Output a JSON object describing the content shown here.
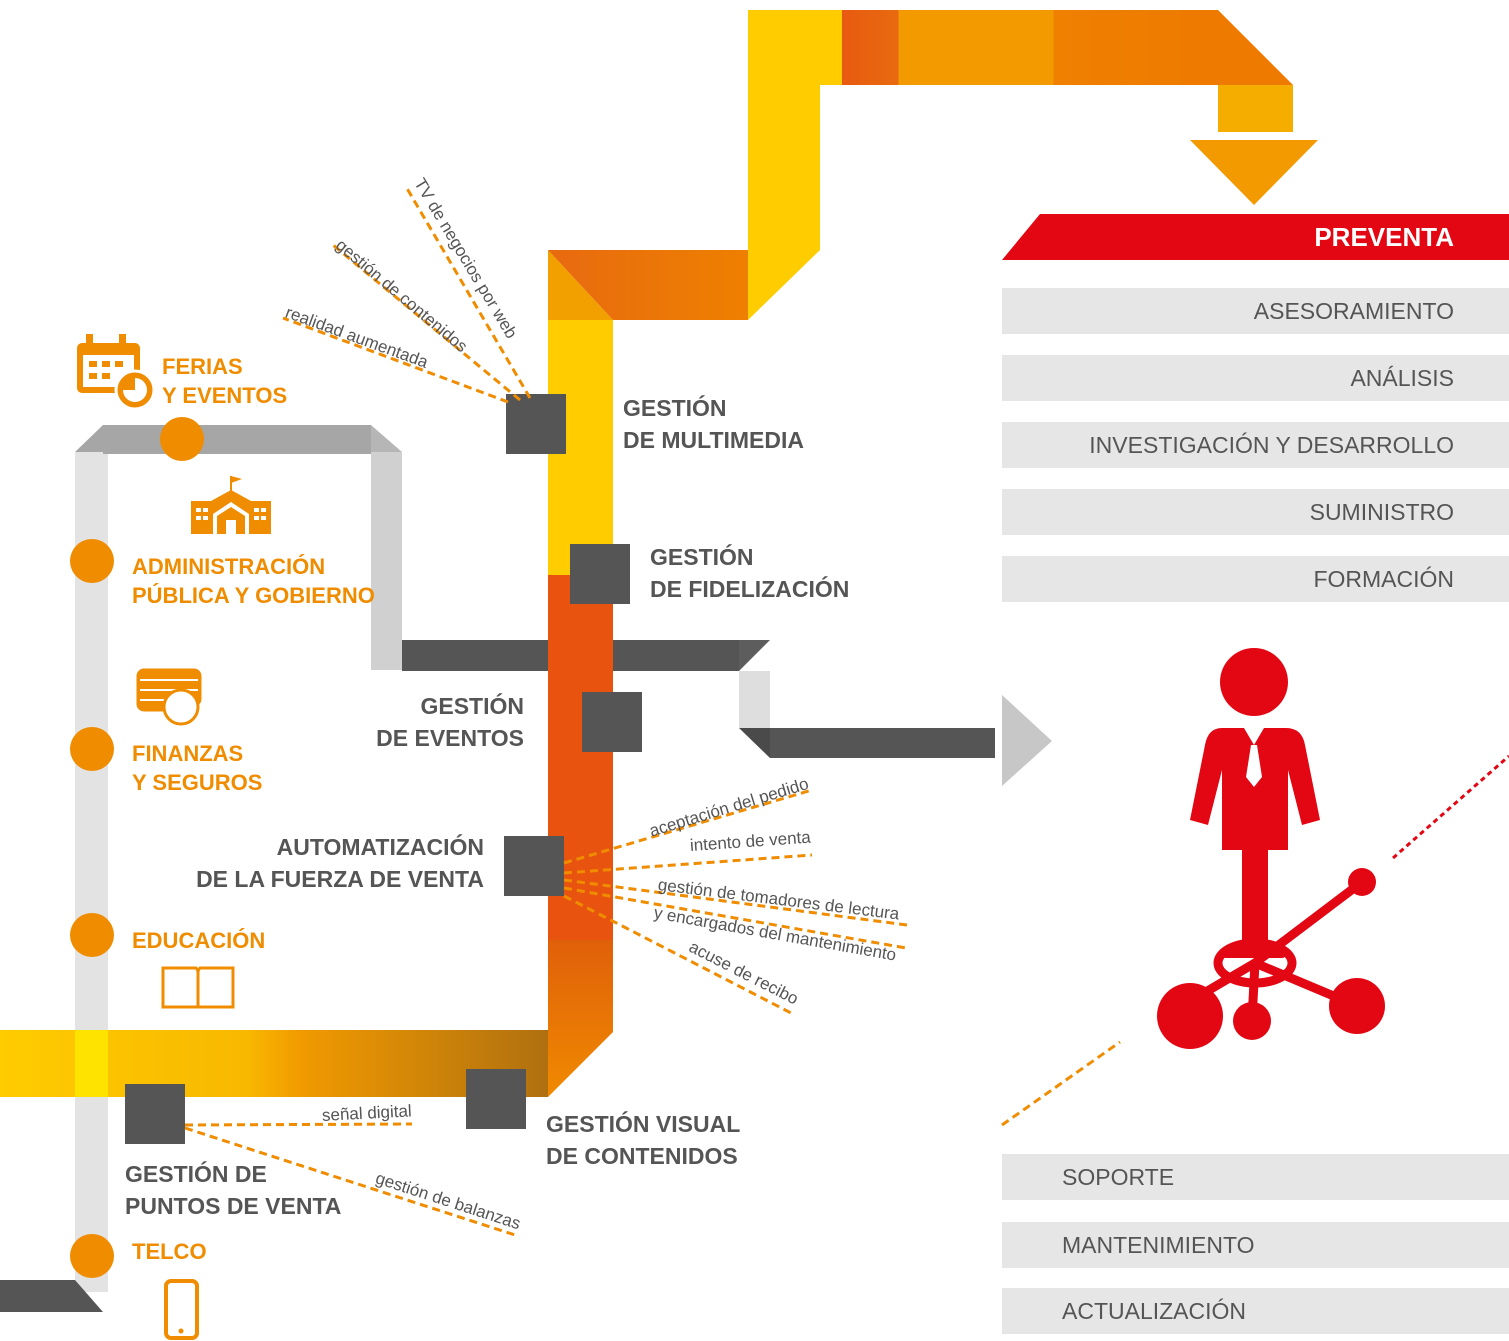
{
  "colors": {
    "orange": "#f08c00",
    "dark_gray": "#555555",
    "light_gray": "#e6e6e6",
    "red": "#e30613",
    "yellow": "#ffcc00"
  },
  "sectors": {
    "ferias": [
      "FERIAS",
      "Y EVENTOS"
    ],
    "administracion": [
      "ADMINISTRACIÓN",
      "PÚBLICA Y GOBIERNO"
    ],
    "finanzas": [
      "FINANZAS",
      "Y SEGUROS"
    ],
    "educacion": [
      "EDUCACIÓN"
    ],
    "telco": [
      "TELCO"
    ]
  },
  "sector_icons": [
    "calendar-icon",
    "government-building-icon",
    "coins-icon",
    "book-icon",
    "smartphone-icon"
  ],
  "headings": {
    "multimedia": [
      "GESTIÓN",
      "DE MULTIMEDIA"
    ],
    "fidelizacion": [
      "GESTIÓN",
      "DE FIDELIZACIÓN"
    ],
    "eventos": [
      "GESTIÓN",
      "DE EVENTOS"
    ],
    "fuerza_venta": [
      "AUTOMATIZACIÓN",
      "DE LA FUERZA DE VENTA"
    ],
    "visual": [
      "GESTIÓN VISUAL",
      "DE CONTENIDOS"
    ],
    "puntos_venta": [
      "GESTIÓN DE",
      "PUNTOS DE VENTA"
    ]
  },
  "rays": {
    "tv_negocios": "TV de negocios por web",
    "gestion_contenidos": "gestión de contenidos",
    "realidad_aumentada": "realidad aumentada",
    "aceptacion": "aceptación del pedido",
    "intento": "intento de venta",
    "tomadores": "gestión de tomadores de lectura",
    "encargados": "y encargados del mantenimiento",
    "acuse": "acuse de recibo",
    "senal": "señal digital",
    "balanzas": "gestión de balanzas"
  },
  "preventa": {
    "title": "PREVENTA",
    "items": [
      "ASESORAMIENTO",
      "ANÁLISIS",
      "INVESTIGACIÓN Y DESARROLLO",
      "SUMINISTRO",
      "FORMACIÓN"
    ]
  },
  "posventa": {
    "items": [
      "SOPORTE",
      "MANTENIMIENTO",
      "ACTUALIZACIÓN"
    ]
  },
  "figure_icon": "businessman-network-icon"
}
